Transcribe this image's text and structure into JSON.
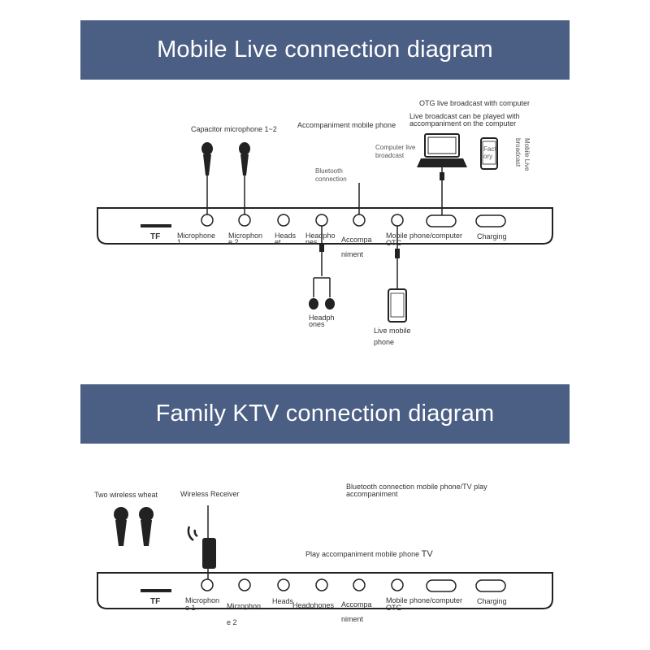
{
  "diagram1": {
    "title": "Mobile Live connection diagram",
    "port_labels": {
      "tf": "TF",
      "mic1": "Microphone\n1",
      "mic2": "Microphon\ne 2",
      "heads": "Heads\net",
      "headphones": "Headpho\nnes",
      "accompaniment": "Accompa\n\nniment",
      "mobile_otg": "Mobile phone/computer\nOTG",
      "charging": "Charging"
    },
    "annotations": {
      "capacitor_mic": "Capacitor microphone 1~2",
      "accompaniment_phone": "Accompaniment mobile phone",
      "bluetooth": "Bluetooth\nconnection",
      "otg_computer": "OTG live broadcast with computer",
      "live_played": "Live broadcast can be played with\naccompaniment on the computer",
      "computer_live": "Computer live\nbroadcast",
      "factory": "Fact\nory",
      "mobile_live_broadcast": "Mobile Live\nbroadcast",
      "headphones_device": "Headph\nones",
      "live_mobile_phone": "Live mobile\n\nphone"
    }
  },
  "diagram2": {
    "title": "Family KTV connection diagram",
    "port_labels": {
      "tf": "TF",
      "mic1": "Microphon\ne 1",
      "mic2": "Microphon\n\ne 2",
      "heads": "Heads",
      "headphones": "Headphones",
      "accompaniment": "Accompa\n\nniment",
      "mobile_otg": "Mobile phone/computer\nOTG",
      "charging": "Charging"
    },
    "annotations": {
      "two_wireless": "Two wireless wheat",
      "wireless_receiver": "Wireless Receiver",
      "bluetooth_tv": "Bluetooth connection mobile phone/TV play\naccompaniment",
      "play_accompaniment": "Play accompaniment mobile phone",
      "tv": "TV"
    }
  }
}
